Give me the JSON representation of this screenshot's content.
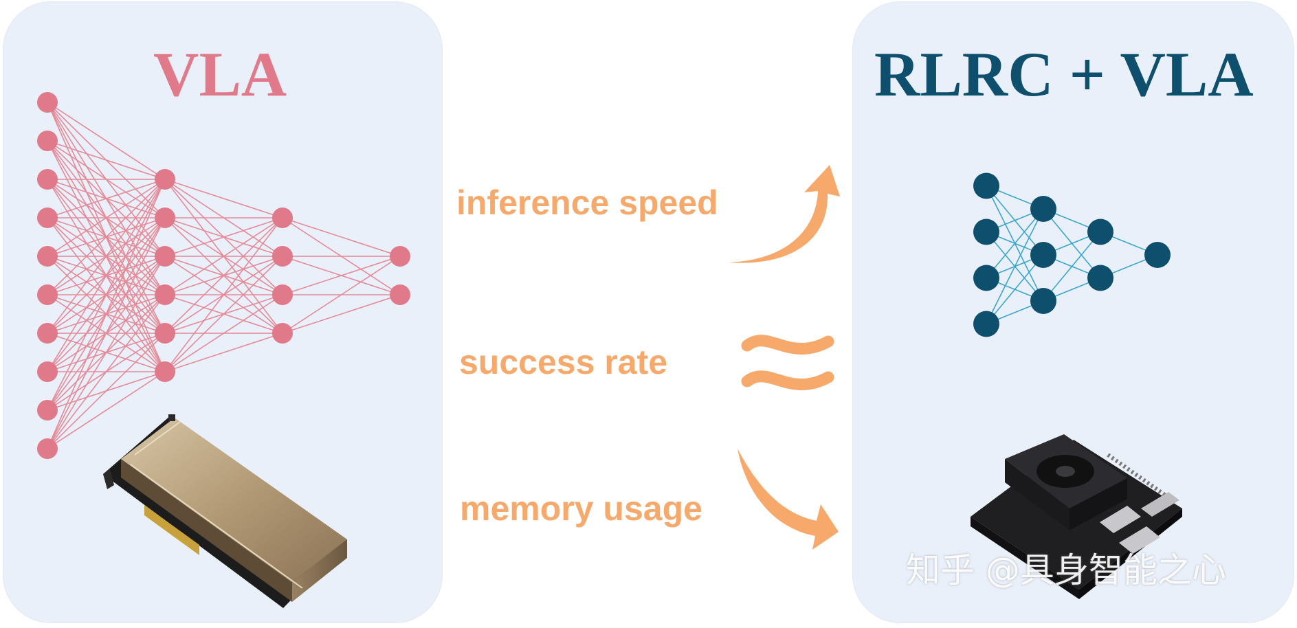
{
  "left_panel": {
    "title": "VLA",
    "network_layers": [
      10,
      6,
      4,
      2
    ],
    "hardware": "datacenter-gpu-card"
  },
  "right_panel": {
    "title": "RLRC + VLA",
    "network_layers": [
      4,
      3,
      2,
      1
    ],
    "hardware": "edge-compute-board"
  },
  "comparison": {
    "metrics": [
      {
        "label": "inference speed",
        "indicator": "arrow-up-icon"
      },
      {
        "label": "success rate",
        "indicator": "approx-equal-icon"
      },
      {
        "label": "memory usage",
        "indicator": "arrow-down-icon"
      }
    ]
  },
  "watermark": "知乎 @具身智能之心",
  "colors": {
    "panel_background": "#eaf0fa",
    "vla_pink": "#e07a8a",
    "vla_edge": "#e58a97",
    "rlrc_navy": "#0e4f6e",
    "rlrc_edge": "#3aa6cf",
    "metric_orange": "#f7a96b"
  }
}
